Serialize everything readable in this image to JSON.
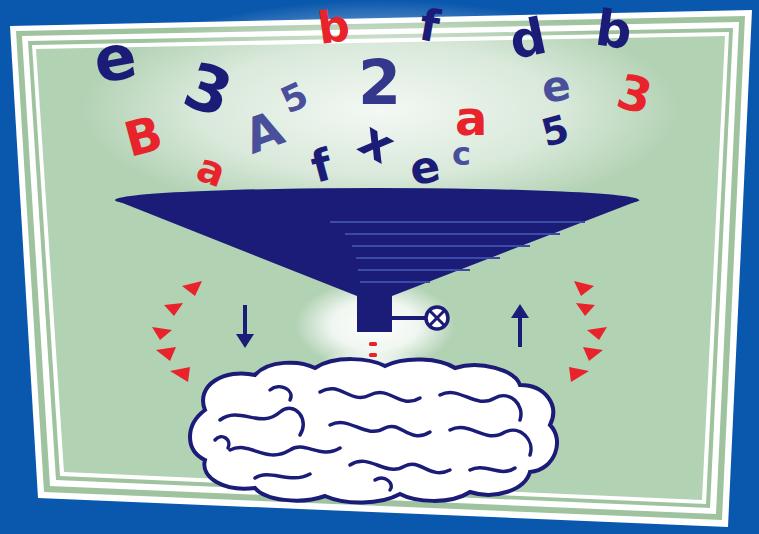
{
  "diagram": {
    "labels": [
      "e",
      "3",
      "b",
      "f",
      "d",
      "b",
      "e",
      "3",
      "5",
      "2",
      "B",
      "A",
      "x",
      "a",
      "5",
      "a",
      "f",
      "e",
      "c"
    ]
  }
}
